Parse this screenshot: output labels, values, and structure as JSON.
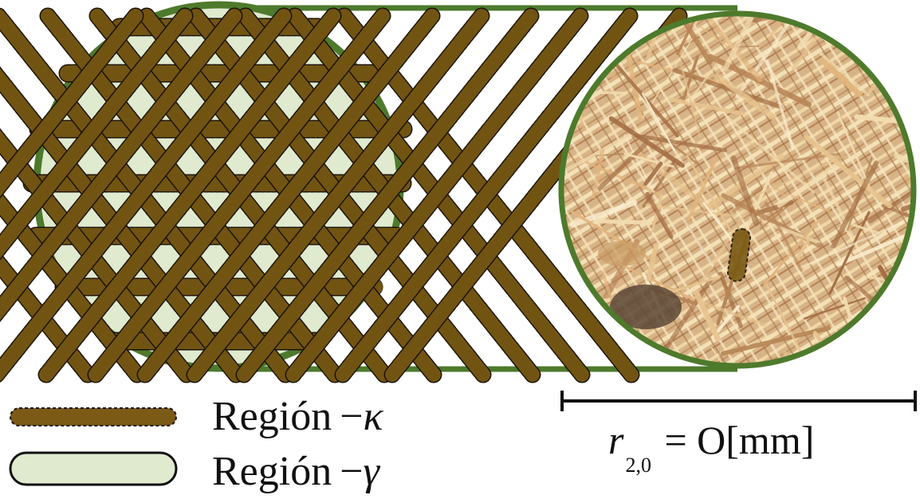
{
  "colors": {
    "ring_green": "#4e7a2c",
    "gamma_fill": "#dfeacf",
    "kappa_fill": "#7a5a14",
    "kappa_edge": "#1a1208"
  },
  "legend": {
    "kappa": {
      "prefix": "Región",
      "dash": "−",
      "symbol": "κ"
    },
    "gamma": {
      "prefix": "Región",
      "dash": "−",
      "symbol": "γ"
    }
  },
  "scale_bar": {
    "variable": "r",
    "subscript": "2,0",
    "equals": "=",
    "value": "O[mm]"
  },
  "images": {
    "zoom_view": "photo-sugarcane-fibers"
  }
}
